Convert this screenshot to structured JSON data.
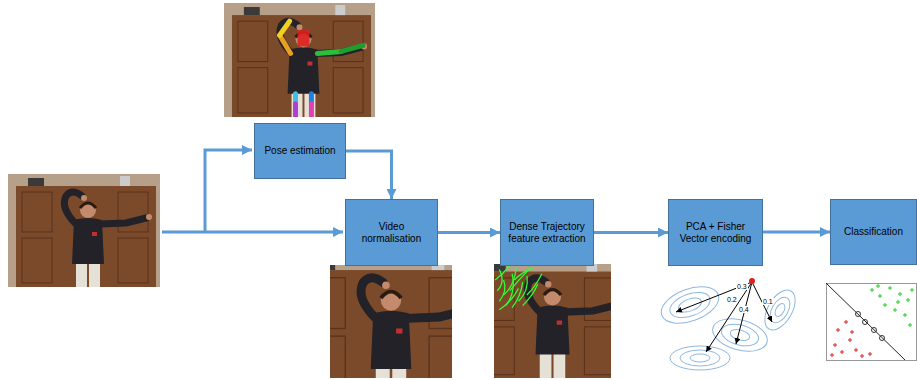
{
  "diagram": {
    "nodes": [
      {
        "text": [
          "Pose estimation"
        ]
      },
      {
        "text": [
          "Video normalisation"
        ]
      },
      {
        "text": [
          "Dense Trajectory feature extraction"
        ]
      },
      {
        "text": [
          "PCA + Fisher Vector encoding"
        ]
      },
      {
        "text": [
          "Classification"
        ]
      }
    ],
    "edges": [
      {
        "from": 0,
        "to": 1,
        "arrow": "to"
      },
      {
        "from": 1,
        "to": 2,
        "arrow": "to"
      },
      {
        "from": 2,
        "to": 3,
        "arrow": "to"
      },
      {
        "from": 3,
        "to": 4,
        "arrow": "to"
      }
    ],
    "labels": [
      "0.3",
      "0.2",
      "0.4",
      "0.1"
    ]
  }
}
